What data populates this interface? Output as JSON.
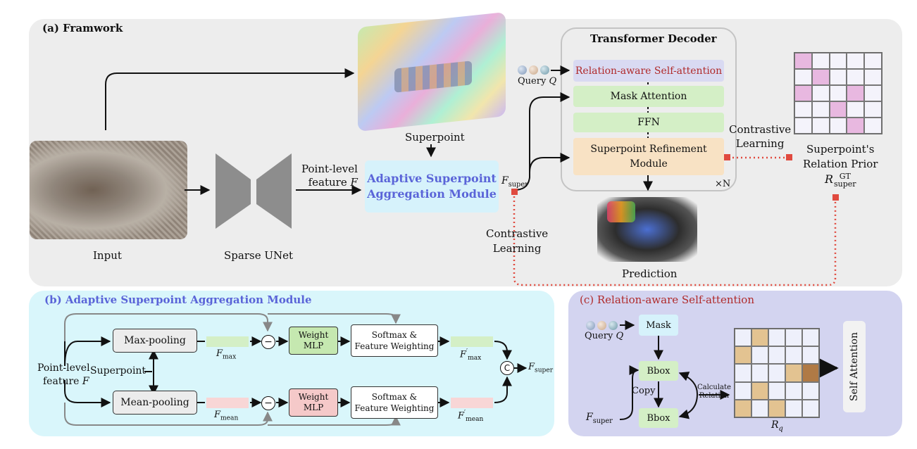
{
  "framework": {
    "title": "(a) Framwork",
    "input_label": "Input",
    "unet_label": "Sparse UNet",
    "superpoint_label": "Superpoint",
    "point_feature_label_line1": "Point-level",
    "point_feature_label_line2": "feature",
    "point_feature_symbol": "F",
    "asam_line1": "Adaptive Superpoint",
    "asam_line2": "Aggregation Module",
    "fsuper_symbol": "F",
    "fsuper_sub": "super",
    "contrastive_1_line1": "Contrastive",
    "contrastive_1_line2": "Learning",
    "prediction_label": "Prediction",
    "decoder_title": "Transformer Decoder",
    "query_label": "Query",
    "query_symbol": "Q",
    "rsa_label": "Relation-aware Self-attention",
    "mask_attention_label": "Mask Attention",
    "ffn_label": "FFN",
    "srm_line1": "Superpoint Refinement",
    "srm_line2": "Module",
    "times_n": "×N",
    "contrastive_2_line1": "Contrastive",
    "contrastive_2_line2": "Learning",
    "prior_line1": "Superpoint's",
    "prior_line2": "Relation Prior",
    "prior_symbol": "R",
    "prior_sup": "GT",
    "prior_sub": "super"
  },
  "asam_panel": {
    "title": "(b) Adaptive Superpoint Aggregation Module",
    "max_pooling": "Max-pooling",
    "mean_pooling": "Mean-pooling",
    "fmax_symbol": "F",
    "fmax_sub": "max",
    "fmean_symbol": "F",
    "fmean_sub": "mean",
    "minus": "−",
    "weight_mlp_line1": "Weight",
    "weight_mlp_line2": "MLP",
    "softmax_line1": "Softmax &",
    "softmax_line2": "Feature Weighting",
    "fmax_prime_symbol": "F",
    "fmax_prime_mark": "′",
    "fmax_prime_sub": "max",
    "fmean_prime_symbol": "F",
    "fmean_prime_mark": "′",
    "fmean_prime_sub": "mean",
    "concat": "C",
    "fsuper_symbol": "F",
    "fsuper_sub": "super",
    "point_level_line1": "Point-level",
    "point_level_line2": "feature",
    "point_level_symbol": "F",
    "superpoint_label": "Superpoint"
  },
  "rsa_panel": {
    "title": "(c) Relation-aware Self-attention",
    "query_label": "Query",
    "query_symbol": "Q",
    "mask_label": "Mask",
    "bbox_top": "Bbox",
    "bbox_bottom": "Bbox",
    "copy_label": "Copy",
    "calc_line1": "Calculate",
    "calc_line2": "Relation",
    "fsuper_symbol": "F",
    "fsuper_sub": "super",
    "rq_symbol": "R",
    "rq_sub": "q",
    "self_attention_label": "Self Attention"
  },
  "colors": {
    "framework_bg": "#ededed",
    "asam_panel_bg": "#d9f6fb",
    "rsa_panel_bg": "#d3d4f0",
    "asam_title": "#5a64d8",
    "rsa_title": "#c0392b",
    "rsa_box": "#d9daf2",
    "green_box": "#d4efc6",
    "orange_box": "#f8e2c4",
    "asam_box": "#d6f2fb",
    "max_bar": "#d4efc6",
    "mean_bar": "#f8d6d6",
    "contrastive_red": "#e04a3f"
  },
  "prior_matrix": [
    [
      1,
      0,
      0,
      0,
      0
    ],
    [
      0,
      1,
      0,
      0,
      0
    ],
    [
      1,
      0,
      0,
      1,
      0
    ],
    [
      0,
      0,
      1,
      0,
      0
    ],
    [
      0,
      0,
      0,
      1,
      0
    ]
  ],
  "rq_matrix": [
    [
      0,
      1,
      0,
      0,
      0
    ],
    [
      1,
      0,
      0,
      0,
      0
    ],
    [
      0,
      0,
      0,
      1,
      2
    ],
    [
      0,
      1,
      0,
      0,
      0
    ],
    [
      1,
      0,
      1,
      0,
      0
    ]
  ]
}
